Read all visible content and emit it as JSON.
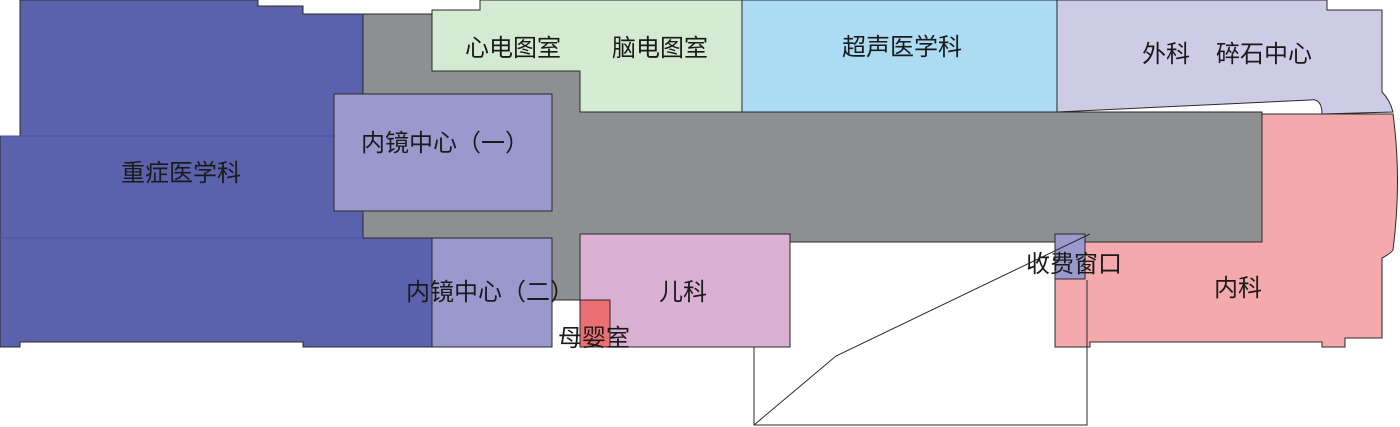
{
  "floor_plan": {
    "colors": {
      "corridor": "#8e8f91",
      "icu": "#5a62ae",
      "endoscopy": "#9a98cc",
      "ecg": "#d5ead2",
      "ultrasound": "#acdcf3",
      "surgery": "#cecbe6",
      "internal_medicine": "#f4aaac",
      "pediatrics": "#dab0d3",
      "maternal_room": "#ec6f74",
      "cashier": "#9a98cc"
    },
    "rooms": {
      "icu": "重症医学科",
      "endoscopy_1": "内镜中心（一）",
      "endoscopy_2": "内镜中心（二）",
      "ecg": "心电图室",
      "eeg": "脑电图室",
      "ultrasound": "超声医学科",
      "surgery": "外科",
      "lithotripsy": "碎石中心",
      "internal_medicine": "内科",
      "cashier": "收费窗口",
      "pediatrics": "儿科",
      "maternal_room": "母婴室"
    }
  }
}
